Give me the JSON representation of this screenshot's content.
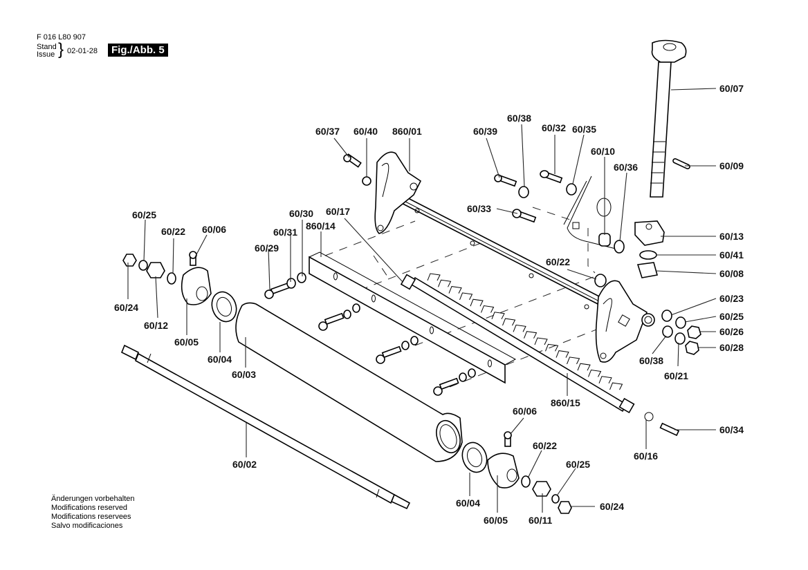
{
  "header": {
    "doc_number": "F 016 L80 907",
    "stand_label": "Stand",
    "issue_label": "Issue",
    "date": "02-01-28",
    "figure_label": "Fig./Abb. 5"
  },
  "notes": [
    "Änderungen vorbehalten",
    "Modifications reserved",
    "Modifications reservees",
    "Salvo modificaciones"
  ],
  "parts": [
    {
      "id": "p6007",
      "label": "60/07"
    },
    {
      "id": "p6009",
      "label": "60/09"
    },
    {
      "id": "p6037",
      "label": "60/37"
    },
    {
      "id": "p6040",
      "label": "60/40"
    },
    {
      "id": "p86001",
      "label": "860/01"
    },
    {
      "id": "p6039",
      "label": "60/39"
    },
    {
      "id": "p6038a",
      "label": "60/38"
    },
    {
      "id": "p6032",
      "label": "60/32"
    },
    {
      "id": "p6035",
      "label": "60/35"
    },
    {
      "id": "p6010",
      "label": "60/10"
    },
    {
      "id": "p6036",
      "label": "60/36"
    },
    {
      "id": "p6033",
      "label": "60/33"
    },
    {
      "id": "p6013",
      "label": "60/13"
    },
    {
      "id": "p6041",
      "label": "60/41"
    },
    {
      "id": "p6008",
      "label": "60/08"
    },
    {
      "id": "p6022a",
      "label": "60/22"
    },
    {
      "id": "p6025a",
      "label": "60/25"
    },
    {
      "id": "p6022b",
      "label": "60/22"
    },
    {
      "id": "p6006a",
      "label": "60/06"
    },
    {
      "id": "p6030",
      "label": "60/30"
    },
    {
      "id": "p6017",
      "label": "60/17"
    },
    {
      "id": "p6031",
      "label": "60/31"
    },
    {
      "id": "p86014",
      "label": "860/14"
    },
    {
      "id": "p6029",
      "label": "60/29"
    },
    {
      "id": "p6024a",
      "label": "60/24"
    },
    {
      "id": "p6012",
      "label": "60/12"
    },
    {
      "id": "p6005a",
      "label": "60/05"
    },
    {
      "id": "p6004a",
      "label": "60/04"
    },
    {
      "id": "p6003",
      "label": "60/03"
    },
    {
      "id": "p6023",
      "label": "60/23"
    },
    {
      "id": "p6025b",
      "label": "60/25"
    },
    {
      "id": "p6026",
      "label": "60/26"
    },
    {
      "id": "p6028",
      "label": "60/28"
    },
    {
      "id": "p6038b",
      "label": "60/38"
    },
    {
      "id": "p6021",
      "label": "60/21"
    },
    {
      "id": "p86015",
      "label": "860/15"
    },
    {
      "id": "p6034",
      "label": "60/34"
    },
    {
      "id": "p6016",
      "label": "60/16"
    },
    {
      "id": "p6006b",
      "label": "60/06"
    },
    {
      "id": "p6022c",
      "label": "60/22"
    },
    {
      "id": "p6025c",
      "label": "60/25"
    },
    {
      "id": "p6024b",
      "label": "60/24"
    },
    {
      "id": "p6002",
      "label": "60/02"
    },
    {
      "id": "p6004b",
      "label": "60/04"
    },
    {
      "id": "p6005b",
      "label": "60/05"
    },
    {
      "id": "p6011",
      "label": "60/11"
    }
  ]
}
